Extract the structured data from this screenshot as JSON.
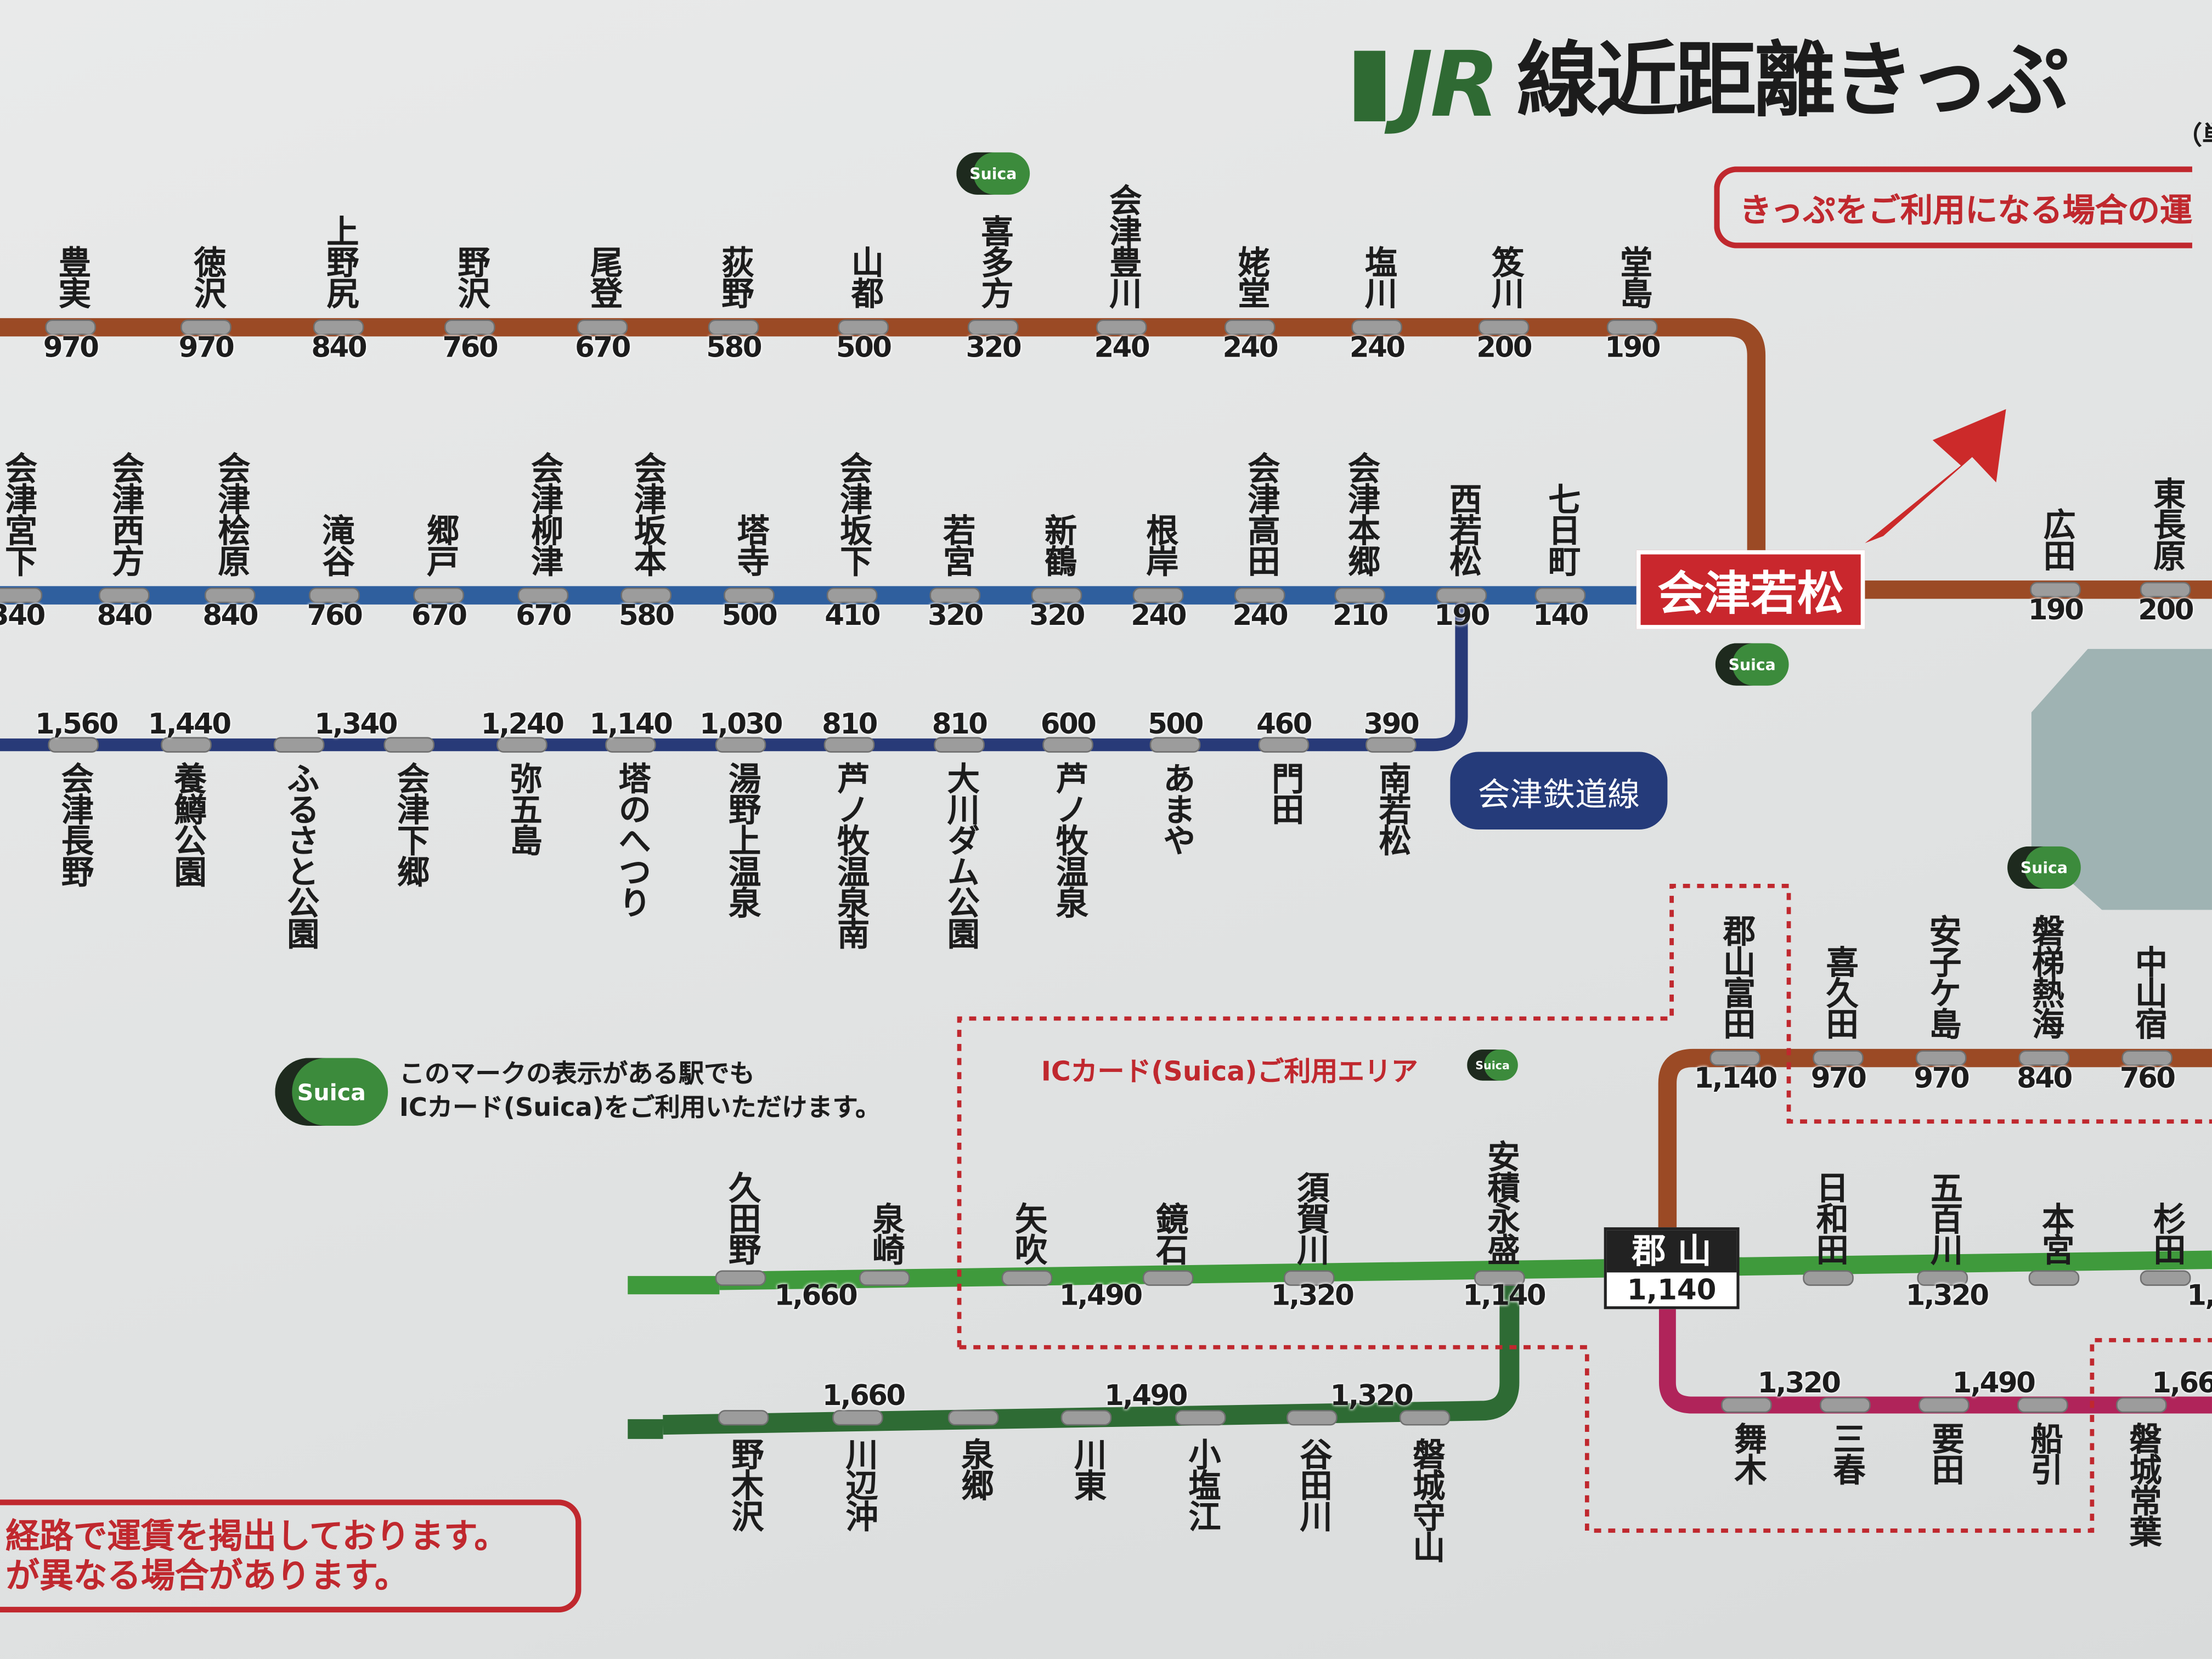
{
  "title": {
    "logo": "JR",
    "text": "線近距離きっぷ",
    "unit": "（単"
  },
  "notice_top": "きっぷをご利用になる場合の運",
  "notice_bottom": [
    "経路で運賃を掲出しております。",
    "が異なる場合があります。"
  ],
  "legend": {
    "badge": "Suica",
    "line1": "このマークの表示がある駅でも",
    "line2": "ICカード(Suica)をご利用いただけます。"
  },
  "ic_area_label": "ICカード(Suica)ご利用エリア",
  "aizu_railway_label": "会津鉄道線",
  "hubs": {
    "aizuwakamatsu": "会津若松",
    "koriyama": "郡 山",
    "koriyama_fare": "1,140"
  },
  "colors": {
    "banetsu_west": "#9b4a25",
    "tadami": "#2f5f9e",
    "aizu_railway": "#283a78",
    "tohoku": "#3f9a3c",
    "suigun": "#2e6b34",
    "banetsu_east": "#b0245a",
    "accent_red": "#c8282e"
  },
  "lines": {
    "banetsu_west": {
      "stations": [
        {
          "name": "豊実",
          "fare": "970"
        },
        {
          "name": "徳沢",
          "fare": "970"
        },
        {
          "name": "上野尻",
          "fare": "840"
        },
        {
          "name": "野沢",
          "fare": "760"
        },
        {
          "name": "尾登",
          "fare": "670"
        },
        {
          "name": "荻野",
          "fare": "580"
        },
        {
          "name": "山都",
          "fare": "500"
        },
        {
          "name": "喜多方",
          "fare": "320",
          "suica": true
        },
        {
          "name": "会津豊川",
          "fare": "240"
        },
        {
          "name": "姥堂",
          "fare": "240"
        },
        {
          "name": "塩川",
          "fare": "240"
        },
        {
          "name": "笈川",
          "fare": "200"
        },
        {
          "name": "堂島",
          "fare": "190"
        }
      ]
    },
    "tadami": {
      "stations": [
        {
          "name": "会津宮下",
          "fare": "340"
        },
        {
          "name": "会津西方",
          "fare": "840"
        },
        {
          "name": "会津桧原",
          "fare": "840"
        },
        {
          "name": "滝谷",
          "fare": "760"
        },
        {
          "name": "郷戸",
          "fare": "670"
        },
        {
          "name": "会津柳津",
          "fare": "670"
        },
        {
          "name": "会津坂本",
          "fare": "580"
        },
        {
          "name": "塔寺",
          "fare": "500"
        },
        {
          "name": "会津坂下",
          "fare": "410"
        },
        {
          "name": "若宮",
          "fare": "320"
        },
        {
          "name": "新鶴",
          "fare": "320"
        },
        {
          "name": "根岸",
          "fare": "240"
        },
        {
          "name": "会津高田",
          "fare": "240"
        },
        {
          "name": "会津本郷",
          "fare": "210"
        },
        {
          "name": "西若松",
          "fare": "190"
        },
        {
          "name": "七日町",
          "fare": "140"
        }
      ]
    },
    "aizu_railway": {
      "stations": [
        {
          "name": "会津長野"
        },
        {
          "name": "養鱒公園"
        },
        {
          "name": "ふるさと公園"
        },
        {
          "name": "会津下郷"
        },
        {
          "name": "弥五島"
        },
        {
          "name": "塔のへつり"
        },
        {
          "name": "湯野上温泉"
        },
        {
          "name": "芦ノ牧温泉南"
        },
        {
          "name": "大川ダム公園"
        },
        {
          "name": "芦ノ牧温泉"
        },
        {
          "name": "あまや"
        },
        {
          "name": "門田"
        },
        {
          "name": "南若松"
        }
      ],
      "fares": [
        "1,560",
        "1,440",
        "1,340",
        "1,240",
        "1,140",
        "1,030",
        "810",
        "810",
        "600",
        "500",
        "460",
        "390"
      ]
    },
    "banetsu_west_east": {
      "stations": [
        {
          "name": "広田",
          "fare": "190"
        },
        {
          "name": "東長原",
          "fare": "200"
        }
      ]
    },
    "banetsu_koriyama": {
      "stations": [
        {
          "name": "郡山富田",
          "fare": "1,140"
        },
        {
          "name": "喜久田",
          "fare": "970"
        },
        {
          "name": "安子ケ島",
          "fare": "970"
        },
        {
          "name": "磐梯熱海",
          "fare": "840",
          "suica": true
        },
        {
          "name": "中山宿",
          "fare": "760"
        }
      ]
    },
    "tohoku": {
      "stations": [
        {
          "name": "久田野"
        },
        {
          "name": "泉崎"
        },
        {
          "name": "矢吹"
        },
        {
          "name": "鏡石"
        },
        {
          "name": "須賀川"
        },
        {
          "name": "安積永盛"
        },
        {
          "name": "日和田"
        },
        {
          "name": "五百川"
        },
        {
          "name": "本宮"
        },
        {
          "name": "杉田"
        }
      ],
      "fares": [
        "1,660",
        "1,490",
        "1,320",
        "1,140",
        "1,320",
        "1,"
      ]
    },
    "suigun": {
      "stations": [
        {
          "name": "野木沢"
        },
        {
          "name": "川辺沖"
        },
        {
          "name": "泉郷"
        },
        {
          "name": "川東"
        },
        {
          "name": "小塩江"
        },
        {
          "name": "谷田川"
        },
        {
          "name": "磐城守山"
        }
      ],
      "fares": [
        "1,660",
        "1,490",
        "1,320"
      ]
    },
    "banetsu_east": {
      "stations": [
        {
          "name": "舞木"
        },
        {
          "name": "三春"
        },
        {
          "name": "要田"
        },
        {
          "name": "船引"
        },
        {
          "name": "磐城常葉"
        }
      ],
      "fares": [
        "1,320",
        "1,490",
        "1,66"
      ]
    }
  }
}
